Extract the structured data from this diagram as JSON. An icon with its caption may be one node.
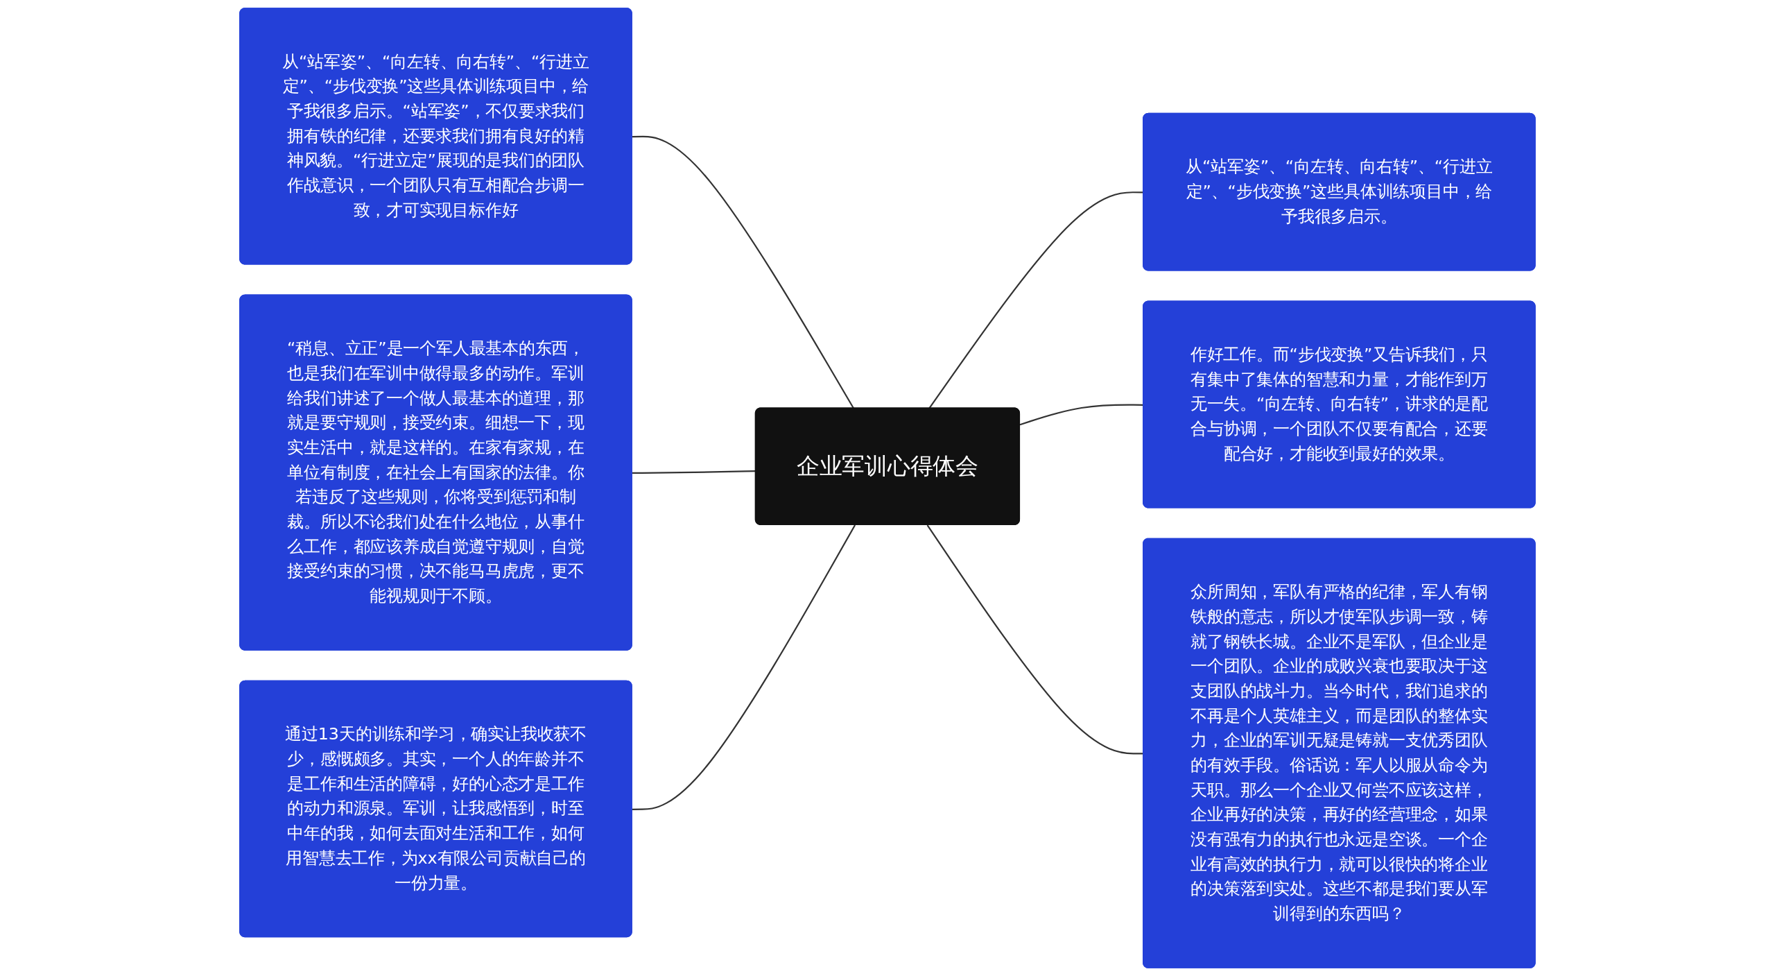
{
  "diagram": {
    "nodes": [
      {
        "text": [
          "企业军训心得体会"
        ]
      },
      {
        "text": [
          "从“站军姿”、“向左转、向右转”、“行进立定”、“步伐变换”这些具体训练项目中，给予我很多启示。“站军姿”，不仅要求我们拥有铁的纪律，还要求我们拥有良好的精神风貌。“行进立定”展现的是我们的团队作战意识，一个团队只有互相配合步调一致，才可实现目标作好"
        ]
      },
      {
        "text": [
          "“稍息、立正”是一个军人最基本的东西，也是我们在军训中做得最多的动作。军训给我们讲述了一个做人最基本的道理，那就是要守规则，接受约束。细想一下，现实生活中，就是这样的。在家有家规，在单位有制度，在社会上有国家的法律。你若违反了这些规则，你将受到惩罚和制裁。所以不论我们处在什么地位，从事什么工作，都应该养成自觉遵守规则，自觉接受约束的习惯，决不能马马虎虎，更不能视规则于不顾。"
        ]
      },
      {
        "text": [
          "通过13天的训练和学习，确实让我收获不少，感慨颇多。其实，一个人的年龄并不是工作和生活的障碍，好的心态才是工作的动力和源泉。军训，让我感悟到，时至中年的我，如何去面对生活和工作，如何用智慧去工作，为xx有限公司贡献自己的一份力量。"
        ]
      },
      {
        "text": [
          "从“站军姿”、“向左转、向右转”、“行进立定”、“步伐变换”这些具体训练项目中，给予我很多启示。"
        ]
      },
      {
        "text": [
          "作好工作。而“步伐变换”又告诉我们，只有集中了集体的智慧和力量，才能作到万无一失。“向左转、向右转”，讲求的是配合与协调，一个团队不仅要有配合，还要配合好，才能收到最好的效果。"
        ]
      },
      {
        "text": [
          "众所周知，军队有严格的纪律，军人有钢铁般的意志，所以才使军队步调一致，铸就了钢铁长城。企业不是军队，但企业是一个团队。企业的成败兴衰也要取决于这支团队的战斗力。当今时代，我们追求的不再是个人英雄主义，而是团队的整体实力，企业的军训无疑是铸就一支优秀团队的有效手段。俗话说：军人以服从命令为天职。那么一个企业又何尝不应该这样，企业再好的决策，再好的经营理念，如果没有强有力的执行也永远是空谈。一个企业有高效的执行力，就可以很快的将企业的决策落到实处。这些不都是我们要从军训得到的东西吗？"
        ]
      }
    ],
    "edges": [
      {
        "from": 0,
        "to": 1,
        "arrow": "none"
      },
      {
        "from": 0,
        "to": 2,
        "arrow": "none"
      },
      {
        "from": 0,
        "to": 3,
        "arrow": "none"
      },
      {
        "from": 0,
        "to": 4,
        "arrow": "none"
      },
      {
        "from": 0,
        "to": 5,
        "arrow": "none"
      },
      {
        "from": 0,
        "to": 6,
        "arrow": "none"
      }
    ]
  }
}
